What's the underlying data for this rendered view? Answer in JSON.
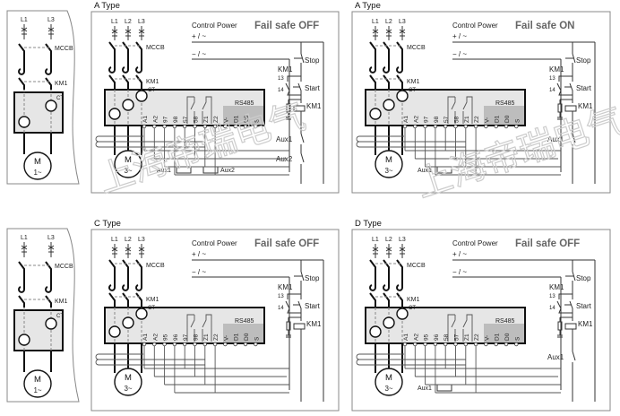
{
  "single_phase": {
    "lines": [
      "L1",
      "L3"
    ],
    "mccb_label": "MCCB",
    "contactor_label": "KM1",
    "ct_label": "CT",
    "motor_label": "M",
    "motor_phase": "1~"
  },
  "panels": [
    {
      "id": "a-off",
      "title": "A Type",
      "fail_safe": "Fail safe OFF",
      "lines": [
        "L1",
        "L2",
        "L3"
      ],
      "mccb_label": "MCCB",
      "contactor_label": "KM1",
      "ct_label": "CT",
      "motor_label": "M",
      "motor_phase": "3~",
      "control_power_label": "Control Power",
      "plus_label": "+ / ~",
      "minus_label": "− / ~",
      "stop_label": "Stop",
      "start_label": "Start",
      "km1_label": "KM1",
      "km1_contact_13": "13",
      "km1_contact_14": "14",
      "km1_coil_label": "KM1",
      "rs485_label": "RS485",
      "terminals": [
        "A1",
        "A2",
        "97",
        "98",
        "57",
        "58",
        "Z1",
        "Z2",
        "V-",
        "D1",
        "D0",
        "S"
      ],
      "aux_contacts": [
        "Aux1",
        "Aux2"
      ],
      "aux_coils": [
        "Aux1",
        "Aux2"
      ]
    },
    {
      "id": "a-on",
      "title": "A Type",
      "fail_safe": "Fail safe ON",
      "lines": [
        "L1",
        "L2",
        "L3"
      ],
      "mccb_label": "MCCB",
      "contactor_label": "KM1",
      "ct_label": "CT",
      "motor_label": "M",
      "motor_phase": "3~",
      "control_power_label": "Control Power",
      "plus_label": "+ / ~",
      "minus_label": "− / ~",
      "stop_label": "Stop",
      "start_label": "Start",
      "km1_label": "KM1",
      "km1_contact_13": "13",
      "km1_contact_14": "14",
      "km1_coil_label": "KM1",
      "rs485_label": "RS485",
      "terminals": [
        "A1",
        "A2",
        "97",
        "98",
        "57",
        "58",
        "Z1",
        "Z2",
        "V-",
        "D1",
        "D0",
        "S"
      ],
      "aux_contacts": [
        "Aux1"
      ],
      "aux_coils": [
        "Aux1"
      ]
    },
    {
      "id": "c-off",
      "title": "C Type",
      "fail_safe": "Fail safe OFF",
      "lines": [
        "L1",
        "L2",
        "L3"
      ],
      "mccb_label": "MCCB",
      "contactor_label": "KM1",
      "ct_label": "CT",
      "motor_label": "M",
      "motor_phase": "3~",
      "control_power_label": "Control Power",
      "plus_label": "+ / ~",
      "minus_label": "− / ~",
      "stop_label": "Stop",
      "start_label": "Start",
      "km1_label": "KM1",
      "km1_contact_13": "13",
      "km1_contact_14": "14",
      "km1_coil_label": "KM1",
      "rs485_label": "RS485",
      "terminals": [
        "A1",
        "A2",
        "95",
        "96",
        "97",
        "98",
        "Z1",
        "Z2",
        "V-",
        "D1",
        "D0",
        "S"
      ],
      "aux_contacts": [],
      "aux_coils": []
    },
    {
      "id": "d-off",
      "title": "D Type",
      "fail_safe": "Fail safe OFF",
      "lines": [
        "L1",
        "L2",
        "L3"
      ],
      "mccb_label": "MCCB",
      "contactor_label": "KM1",
      "ct_label": "CT",
      "motor_label": "M",
      "motor_phase": "3~",
      "control_power_label": "Control Power",
      "plus_label": "+ / ~",
      "minus_label": "− / ~",
      "stop_label": "Stop",
      "start_label": "Start",
      "km1_label": "KM1",
      "km1_contact_13": "13",
      "km1_contact_14": "14",
      "km1_coil_label": "KM1",
      "rs485_label": "RS485",
      "terminals": [
        "A1",
        "A2",
        "95",
        "96",
        "58",
        "57",
        "Z1",
        "Z2",
        "V-",
        "D1",
        "D0",
        "S"
      ],
      "aux_contacts": [
        "Aux1"
      ],
      "aux_coils": [
        "Aux1"
      ]
    }
  ],
  "watermark": "上海帝瑞电气"
}
